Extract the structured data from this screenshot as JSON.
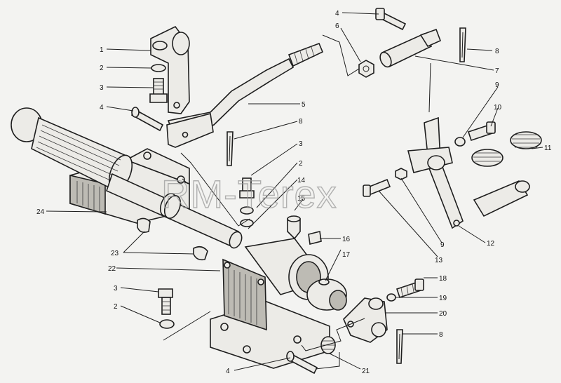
{
  "watermark": "RM-Terex",
  "callouts": [
    {
      "id": "c1",
      "text": "1"
    },
    {
      "id": "c2a",
      "text": "2"
    },
    {
      "id": "c3a",
      "text": "3"
    },
    {
      "id": "c4a",
      "text": "4"
    },
    {
      "id": "c4b",
      "text": "4"
    },
    {
      "id": "c6",
      "text": "6"
    },
    {
      "id": "c8a",
      "text": "8"
    },
    {
      "id": "c7",
      "text": "7"
    },
    {
      "id": "c5",
      "text": "5"
    },
    {
      "id": "c9a",
      "text": "9"
    },
    {
      "id": "c10",
      "text": "10"
    },
    {
      "id": "c11",
      "text": "11"
    },
    {
      "id": "c8b",
      "text": "8"
    },
    {
      "id": "c3b",
      "text": "3"
    },
    {
      "id": "c2b",
      "text": "2"
    },
    {
      "id": "c14",
      "text": "14"
    },
    {
      "id": "c15",
      "text": "15"
    },
    {
      "id": "c16",
      "text": "16"
    },
    {
      "id": "c24",
      "text": "24"
    },
    {
      "id": "c12",
      "text": "12"
    },
    {
      "id": "c9b",
      "text": "9"
    },
    {
      "id": "c13",
      "text": "13"
    },
    {
      "id": "c23",
      "text": "23"
    },
    {
      "id": "c22",
      "text": "22"
    },
    {
      "id": "c17",
      "text": "17"
    },
    {
      "id": "c18",
      "text": "18"
    },
    {
      "id": "c19",
      "text": "19"
    },
    {
      "id": "c20",
      "text": "20"
    },
    {
      "id": "c3c",
      "text": "3"
    },
    {
      "id": "c2c",
      "text": "2"
    },
    {
      "id": "c8c",
      "text": "8"
    },
    {
      "id": "c4c",
      "text": "4"
    },
    {
      "id": "c21",
      "text": "21"
    }
  ]
}
